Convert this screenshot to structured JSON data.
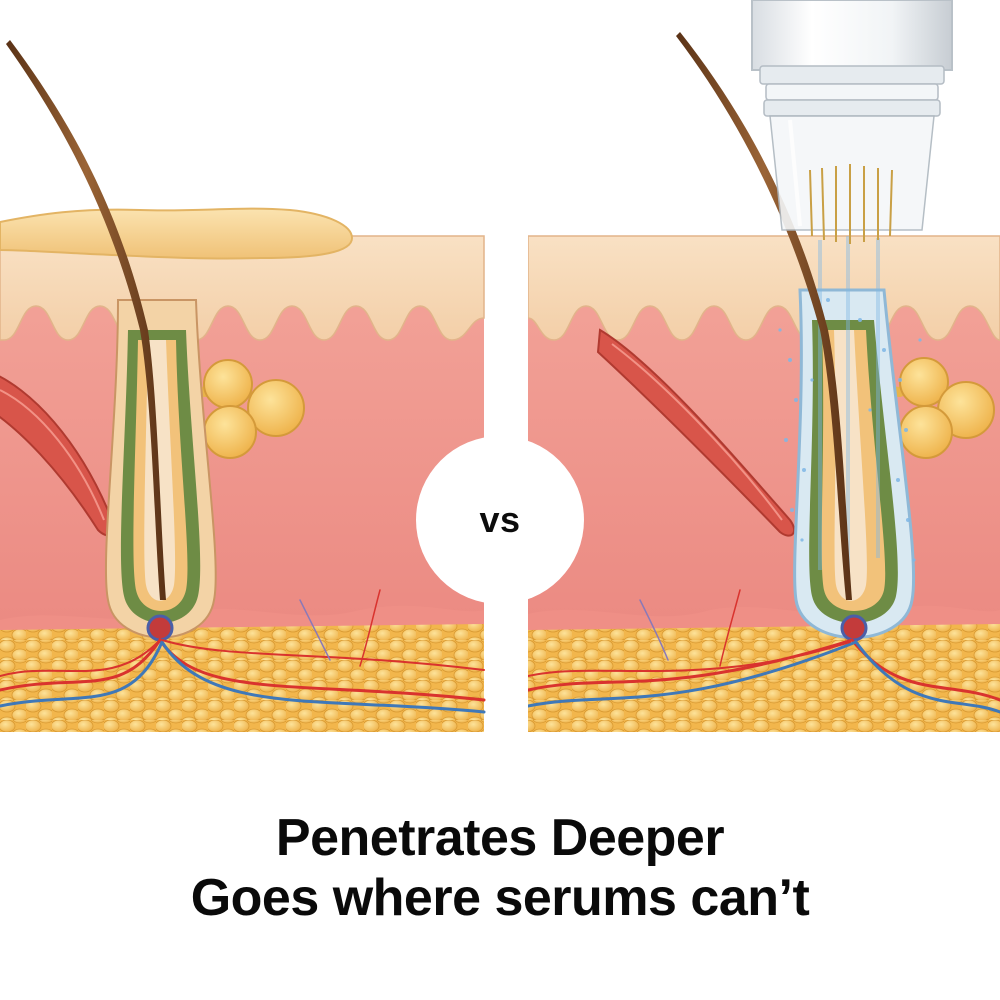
{
  "comparison": {
    "separator_label": "vs",
    "headline": "Penetrates Deeper",
    "subheadline": "Goes where serums can’t"
  },
  "panels": [
    {
      "id": "topical-serum",
      "features": [
        "serum-layer-on-surface",
        "hair-shaft",
        "hair-follicle",
        "sebaceous-gland",
        "arrector-pili-muscle",
        "fat-layer",
        "blood-vessels"
      ]
    },
    {
      "id": "microneedle-device",
      "features": [
        "device-cartridge",
        "microneedles",
        "infused-droplets",
        "hair-shaft",
        "hair-follicle",
        "sebaceous-gland",
        "arrector-pili-muscle",
        "fat-layer",
        "blood-vessels"
      ]
    }
  ],
  "colors": {
    "epidermis": "#f7d6b3",
    "dermis": "#ef8f86",
    "fat": "#f5c35a",
    "serum": "#f3cf85",
    "follicle_green": "#6e8c45",
    "artery": "#d9332e",
    "vein": "#3f78b8",
    "droplets": "#7fb7e6"
  }
}
